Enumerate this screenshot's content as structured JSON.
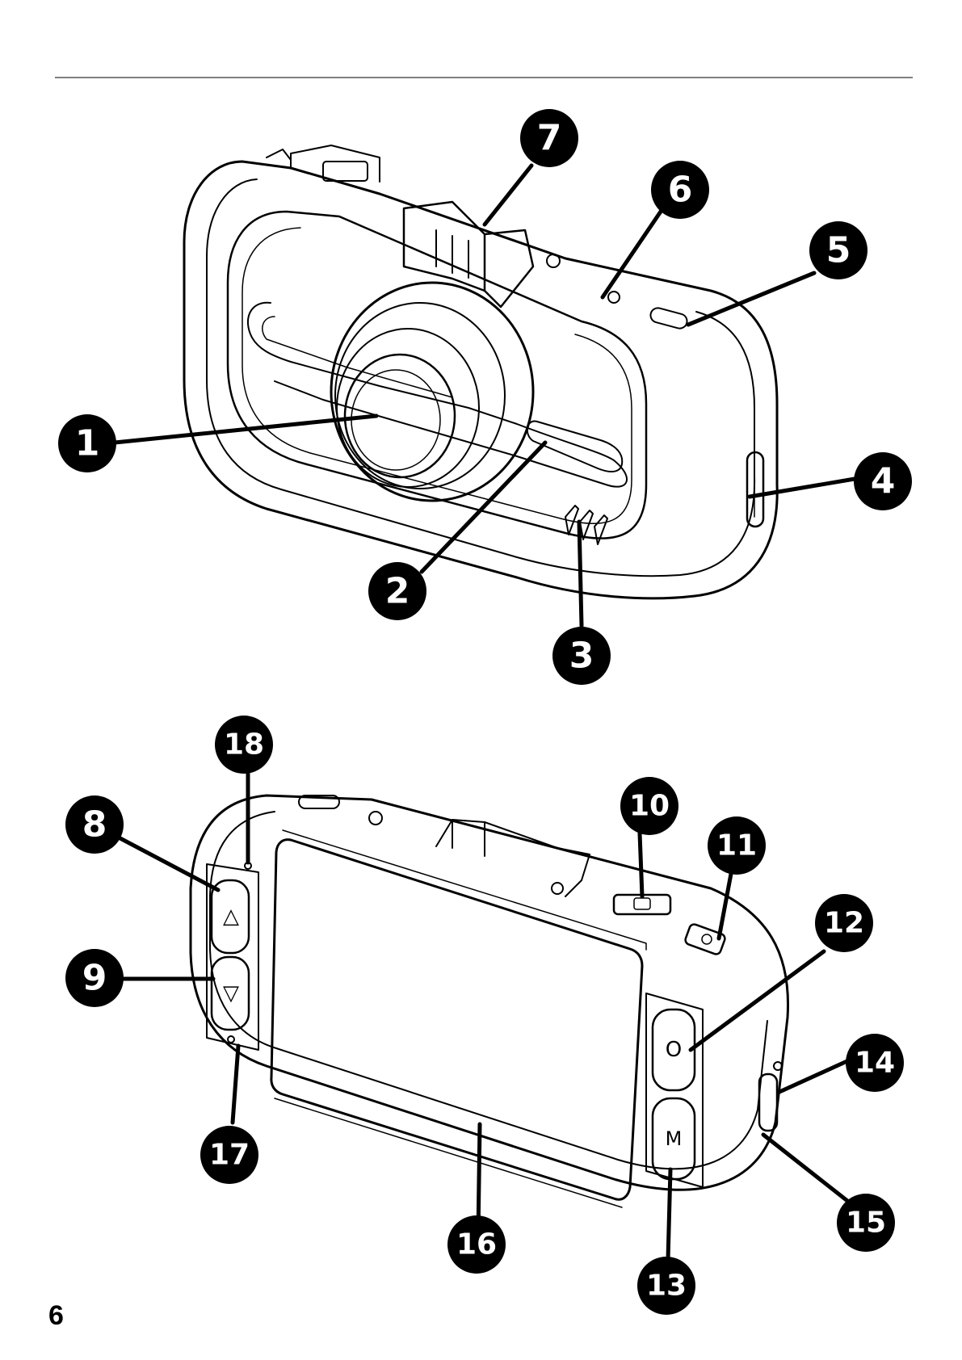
{
  "page": {
    "number": "6"
  },
  "callouts": [
    "1",
    "2",
    "3",
    "4",
    "5",
    "6",
    "7",
    "8",
    "9",
    "10",
    "11",
    "12",
    "13",
    "14",
    "15",
    "16",
    "17",
    "18"
  ],
  "button_marks": {
    "up": "△",
    "down": "▽",
    "record": "O",
    "mode": "M"
  },
  "colors": {
    "ink": "#000000",
    "paper": "#ffffff",
    "callout_fill": "#000000",
    "callout_text": "#ffffff"
  }
}
